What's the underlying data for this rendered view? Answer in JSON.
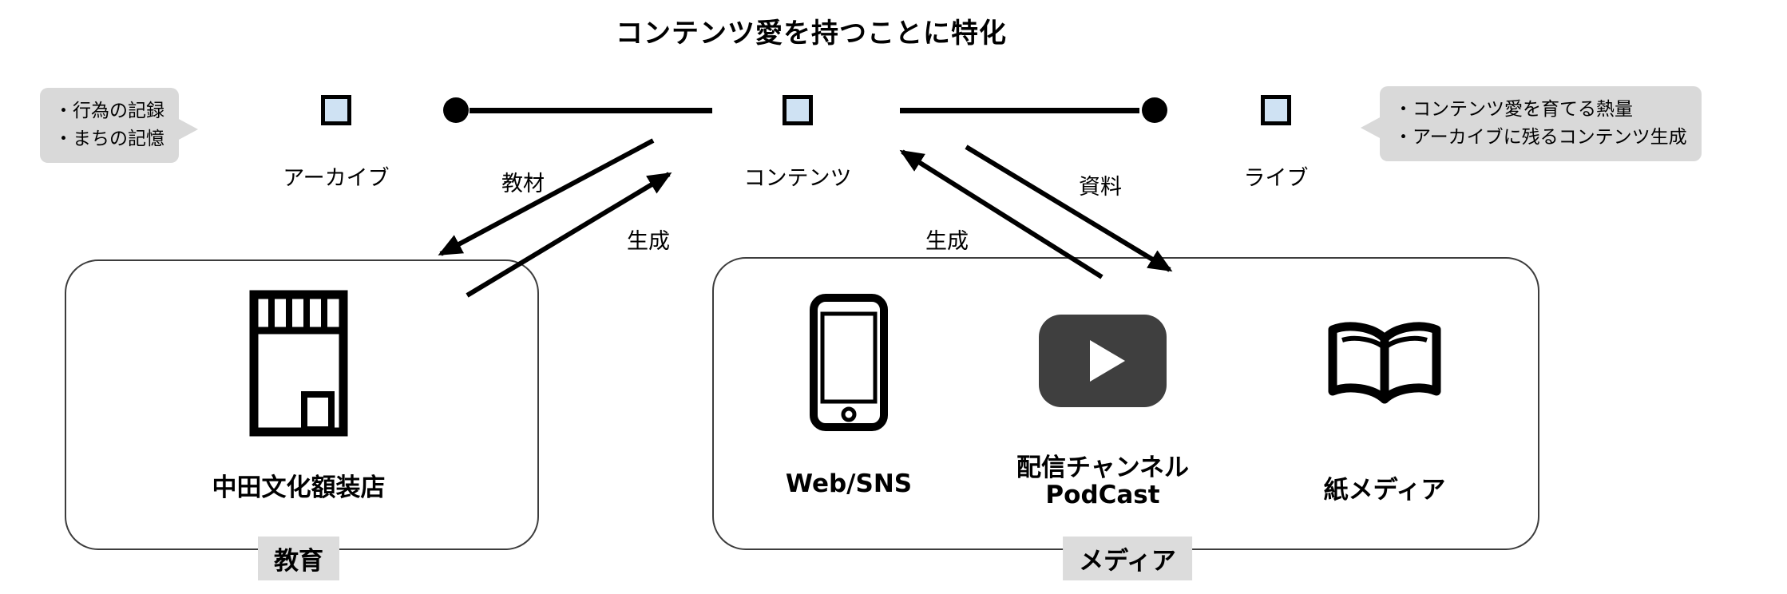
{
  "title": "コンテンツ愛を持つことに特化",
  "timeline": {
    "nodes": [
      {
        "label": "アーカイブ"
      },
      {
        "label": "コンテンツ"
      },
      {
        "label": "ライブ"
      }
    ]
  },
  "left_bubble": {
    "lines": [
      "・行為の記録",
      "・まちの記憶"
    ]
  },
  "right_bubble": {
    "lines": [
      "・コンテンツ愛を育てる熱量",
      "・アーカイブに残るコンテンツ生成"
    ]
  },
  "flows": {
    "left_top_label": "教材",
    "left_bottom_label": "生成",
    "right_top_label": "資料",
    "right_bottom_label": "生成"
  },
  "education_box": {
    "item_label": "中田文化額装店",
    "item_icon": "frame-shop-building-icon",
    "tag": "教育"
  },
  "media_box": {
    "items": [
      {
        "label": "Web/SNS",
        "icon": "smartphone-icon"
      },
      {
        "label": "配信チャンネル",
        "label2": "PodCast",
        "icon": "play-channel-icon"
      },
      {
        "label": "紙メディア",
        "icon": "open-book-icon"
      }
    ],
    "tag": "メディア"
  },
  "colors": {
    "node_fill": "#cfe2f3",
    "node_border": "#000000",
    "bubble_bg": "#d9d9d9",
    "tag_bg": "#dcdcdc",
    "box_border": "#3d3d3d",
    "play_icon_bg": "#3f3f3f",
    "line_color": "#000000"
  }
}
